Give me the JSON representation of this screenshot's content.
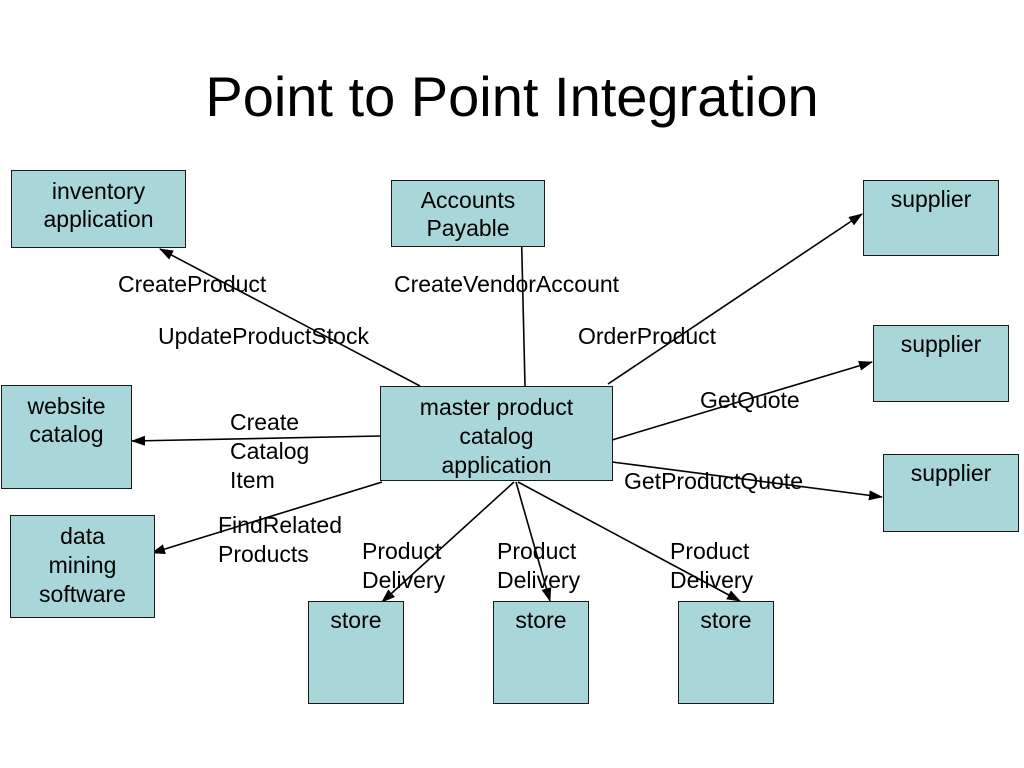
{
  "title": "Point to Point Integration",
  "nodes": {
    "inventory": "inventory\napplication",
    "accounts": "Accounts\nPayable",
    "supplier1": "supplier",
    "supplier2": "supplier",
    "supplier3": "supplier",
    "website": "website\ncatalog",
    "master": "master product\ncatalog\napplication",
    "datamining": "data\nmining\nsoftware",
    "store1": "store",
    "store2": "store",
    "store3": "store"
  },
  "labels": {
    "create_product": "CreateProduct",
    "update_stock": "UpdateProductStock",
    "create_vendor": "CreateVendorAccount",
    "order_product": "OrderProduct",
    "get_quote": "GetQuote",
    "get_product_quote": "GetProductQuote",
    "create_catalog_item": "Create\nCatalog\nItem",
    "find_related": "FindRelated\nProducts",
    "delivery1": "Product\nDelivery",
    "delivery2": "Product\nDelivery",
    "delivery3": "Product\nDelivery"
  }
}
